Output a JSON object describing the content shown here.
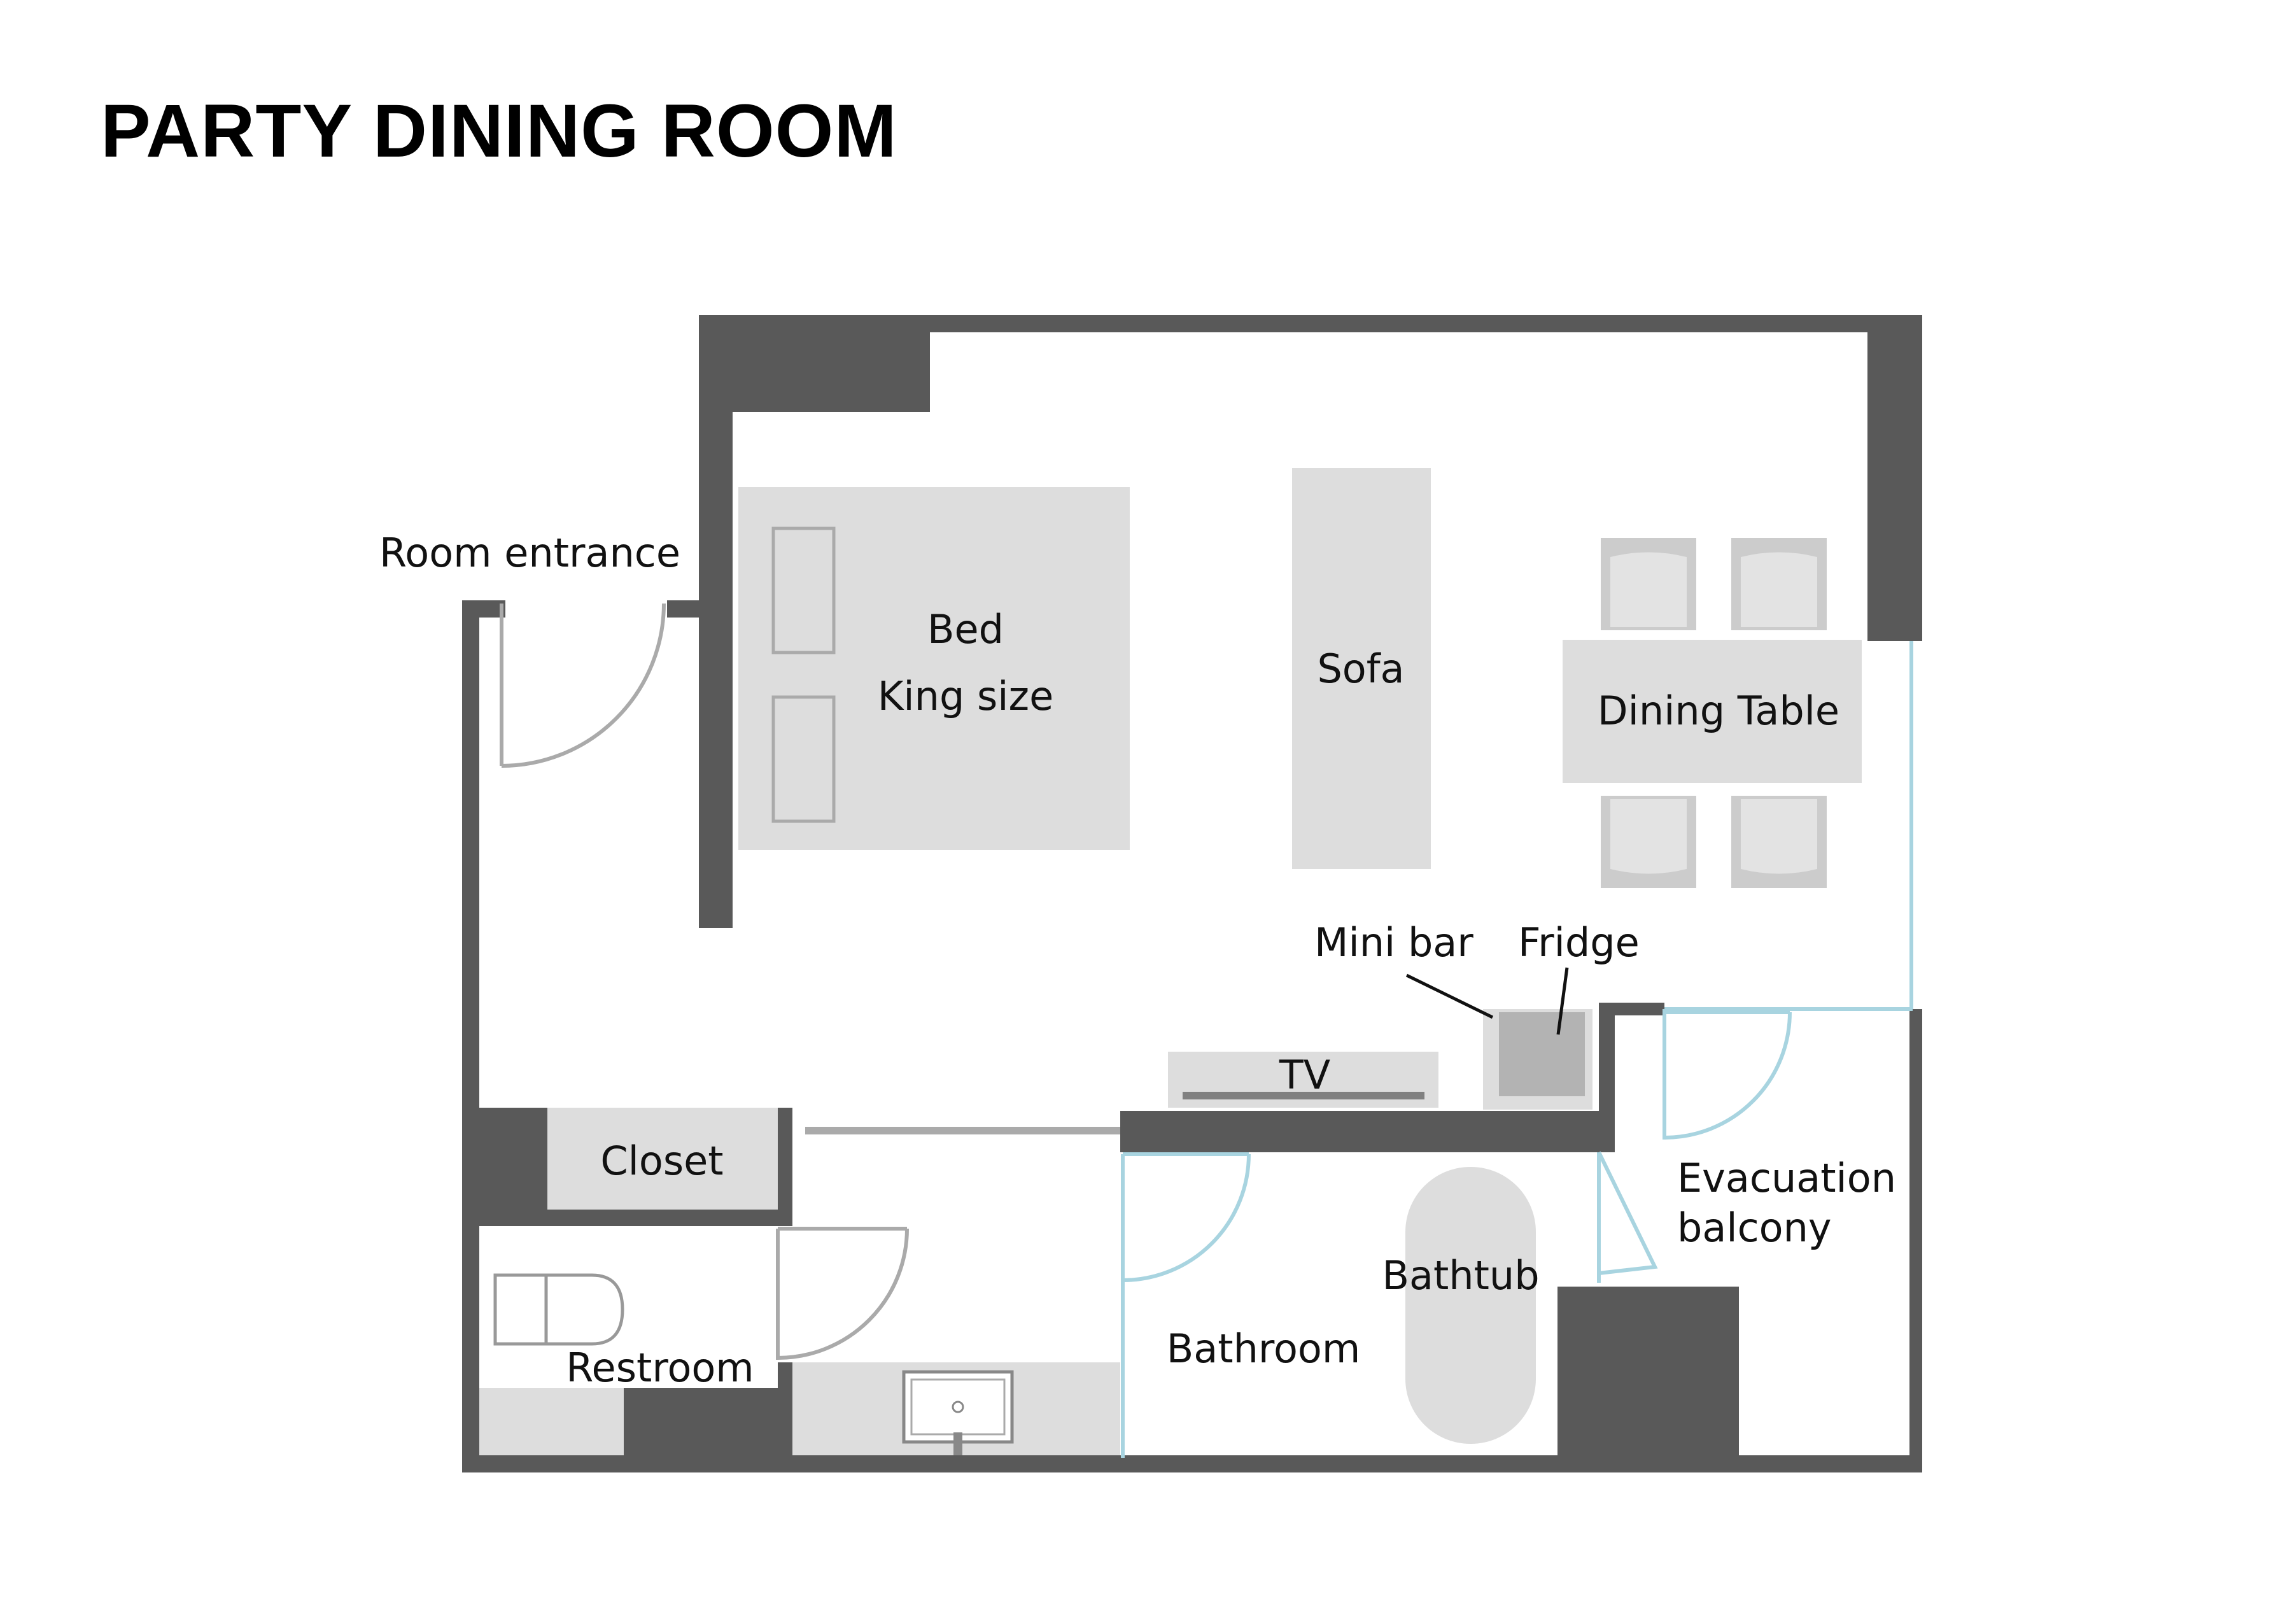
{
  "title": "PARTY DINING ROOM",
  "labels": {
    "room_entrance": "Room entrance",
    "bed": "Bed",
    "bed_size": "King size",
    "sofa": "Sofa",
    "dining_table": "Dining Table",
    "mini_bar": "Mini bar",
    "fridge": "Fridge",
    "tv": "TV",
    "closet": "Closet",
    "evacuation_line1": "Evacuation",
    "evacuation_line2": "balcony",
    "bathtub": "Bathtub",
    "bathroom": "Bathroom",
    "restroom": "Restroom"
  },
  "colors": {
    "wall": "#595959",
    "furniture": "#dddddd",
    "chair": "#cccccc",
    "fixture_outline": "#aaaaaa",
    "glass_door": "#a8d4e0",
    "fridge": "#b3b3b3",
    "text": "#111111"
  }
}
